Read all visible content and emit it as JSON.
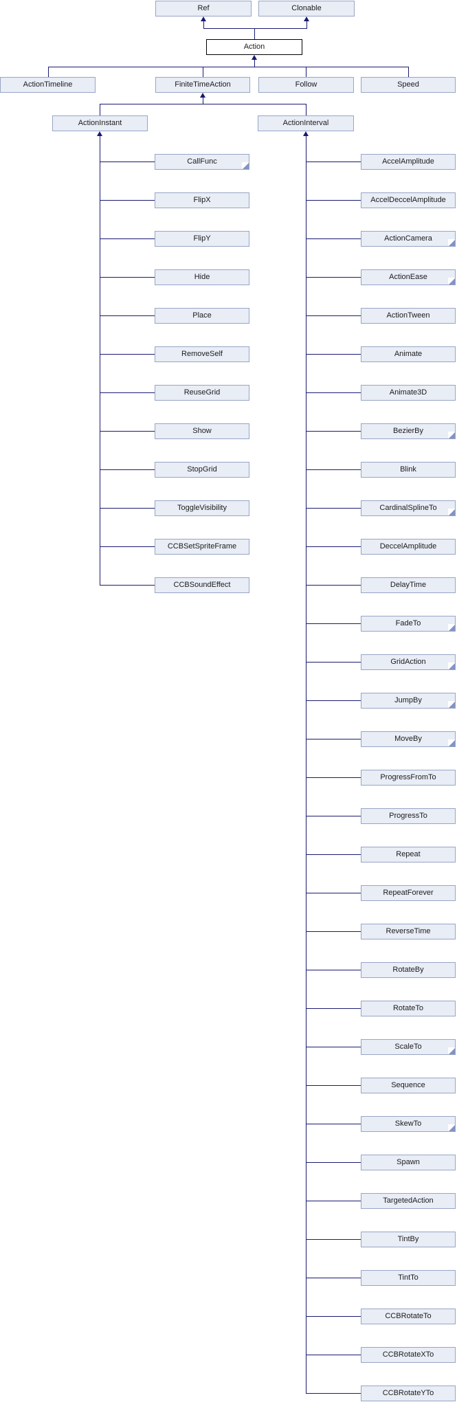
{
  "diagram": {
    "kind": "class-inheritance-graph",
    "colors": {
      "background": "#ffffff",
      "node_fill": "#e8edf6",
      "node_border": "#98a4c5",
      "root_fill": "#ffffff",
      "root_border": "#000000",
      "edge": "#191970",
      "fold": "#8294c6",
      "text": "#1b1b1b"
    },
    "bases": [
      {
        "label": "Ref"
      },
      {
        "label": "Clonable"
      }
    ],
    "root": {
      "label": "Action"
    },
    "action_subclasses": [
      {
        "label": "ActionTimeline"
      },
      {
        "label": "FiniteTimeAction"
      },
      {
        "label": "Follow"
      },
      {
        "label": "Speed"
      }
    ],
    "finite_time_action_subclasses": [
      {
        "label": "ActionInstant"
      },
      {
        "label": "ActionInterval"
      }
    ],
    "action_instant_subclasses": [
      {
        "label": "CallFunc",
        "truncated": true
      },
      {
        "label": "FlipX"
      },
      {
        "label": "FlipY"
      },
      {
        "label": "Hide"
      },
      {
        "label": "Place"
      },
      {
        "label": "RemoveSelf"
      },
      {
        "label": "ReuseGrid"
      },
      {
        "label": "Show"
      },
      {
        "label": "StopGrid"
      },
      {
        "label": "ToggleVisibility"
      },
      {
        "label": "CCBSetSpriteFrame"
      },
      {
        "label": "CCBSoundEffect"
      }
    ],
    "action_interval_subclasses": [
      {
        "label": "AccelAmplitude"
      },
      {
        "label": "AccelDeccelAmplitude"
      },
      {
        "label": "ActionCamera",
        "truncated": true
      },
      {
        "label": "ActionEase",
        "truncated": true
      },
      {
        "label": "ActionTween"
      },
      {
        "label": "Animate"
      },
      {
        "label": "Animate3D"
      },
      {
        "label": "BezierBy",
        "truncated": true
      },
      {
        "label": "Blink"
      },
      {
        "label": "CardinalSplineTo",
        "truncated": true
      },
      {
        "label": "DeccelAmplitude"
      },
      {
        "label": "DelayTime"
      },
      {
        "label": "FadeTo",
        "truncated": true
      },
      {
        "label": "GridAction",
        "truncated": true
      },
      {
        "label": "JumpBy",
        "truncated": true
      },
      {
        "label": "MoveBy",
        "truncated": true
      },
      {
        "label": "ProgressFromTo"
      },
      {
        "label": "ProgressTo"
      },
      {
        "label": "Repeat"
      },
      {
        "label": "RepeatForever"
      },
      {
        "label": "ReverseTime"
      },
      {
        "label": "RotateBy"
      },
      {
        "label": "RotateTo"
      },
      {
        "label": "ScaleTo",
        "truncated": true
      },
      {
        "label": "Sequence"
      },
      {
        "label": "SkewTo",
        "truncated": true
      },
      {
        "label": "Spawn"
      },
      {
        "label": "TargetedAction"
      },
      {
        "label": "TintBy"
      },
      {
        "label": "TintTo"
      },
      {
        "label": "CCBRotateTo"
      },
      {
        "label": "CCBRotateXTo"
      },
      {
        "label": "CCBRotateYTo"
      }
    ]
  }
}
